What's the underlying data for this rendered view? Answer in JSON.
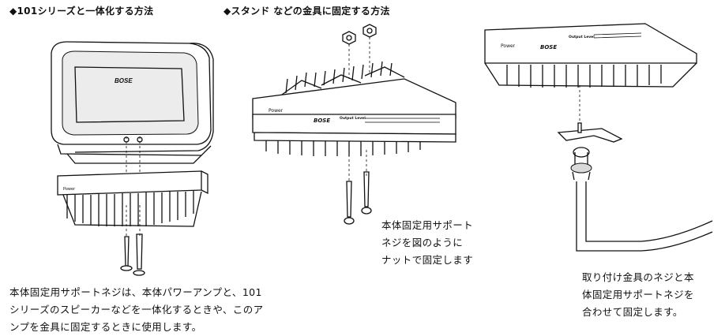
{
  "left_section": {
    "heading": "◆101シリーズと一体化する方法",
    "caption_lines": [
      "本体固定用サポートネジは、本体パワーアンプと、101",
      "シリーズのスピーカーなどを一体化するときや、このア",
      "ンプを金具に固定するときに使用します。"
    ],
    "speaker_logo": "BOSE",
    "amp_power_label": "Power"
  },
  "middle_section": {
    "heading": "◆スタンド などの金具に固定する方法",
    "caption_lines": [
      "本体固定用サポート",
      "ネジを図のように",
      "ナットで固定します"
    ],
    "amp_power_label": "Power",
    "amp_logo": "BOSE",
    "amp_output_label": "Output Level"
  },
  "right_section": {
    "caption_lines": [
      "取り付け金具のネジと本",
      "体固定用サポートネジを",
      "合わせて固定します。"
    ],
    "amp_power_label": "Power",
    "amp_logo": "BOSE",
    "amp_output_label": "Output Level"
  }
}
